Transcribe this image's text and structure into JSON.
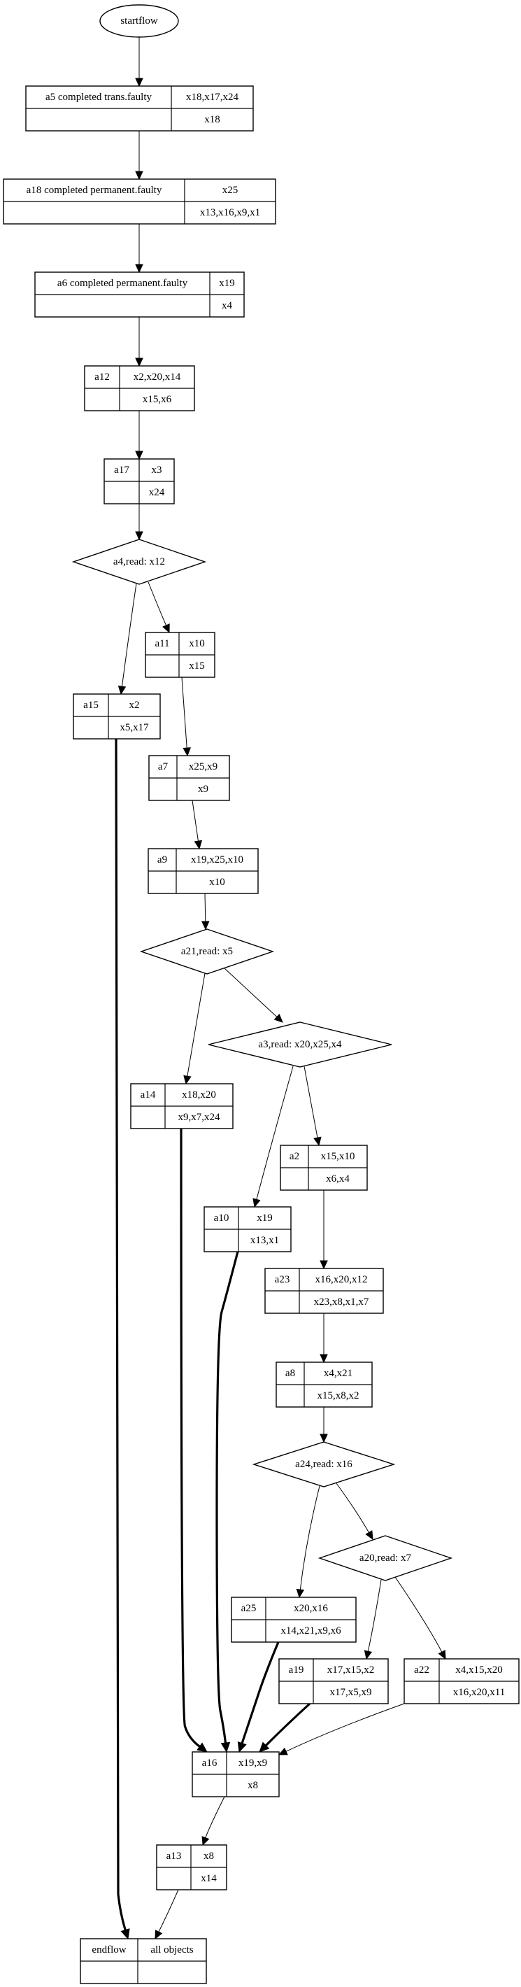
{
  "diagram": {
    "type": "flowchart",
    "start": {
      "id": "startflow",
      "label": "startflow",
      "shape": "ellipse"
    },
    "nodes": [
      {
        "id": "a5",
        "shape": "record",
        "name": "a5  completed trans.faulty",
        "top_right": "x18,x17,x24",
        "bottom_right": "x18"
      },
      {
        "id": "a18",
        "shape": "record",
        "name": "a18  completed permanent.faulty",
        "top_right": "x25",
        "bottom_right": "x13,x16,x9,x1"
      },
      {
        "id": "a6",
        "shape": "record",
        "name": "a6  completed permanent.faulty",
        "top_right": "x19",
        "bottom_right": "x4"
      },
      {
        "id": "a12",
        "shape": "record",
        "name": "a12",
        "top_right": "x2,x20,x14",
        "bottom_right": "x15,x6"
      },
      {
        "id": "a17",
        "shape": "record",
        "name": "a17",
        "top_right": "x3",
        "bottom_right": "x24"
      },
      {
        "id": "a4",
        "shape": "diamond",
        "label": "a4,read: x12"
      },
      {
        "id": "a11",
        "shape": "record",
        "name": "a11",
        "top_right": "x10",
        "bottom_right": "x15"
      },
      {
        "id": "a15",
        "shape": "record",
        "name": "a15",
        "top_right": "x2",
        "bottom_right": "x5,x17"
      },
      {
        "id": "a7",
        "shape": "record",
        "name": "a7",
        "top_right": "x25,x9",
        "bottom_right": "x9"
      },
      {
        "id": "a9",
        "shape": "record",
        "name": "a9",
        "top_right": "x19,x25,x10",
        "bottom_right": "x10"
      },
      {
        "id": "a21",
        "shape": "diamond",
        "label": "a21,read: x5"
      },
      {
        "id": "a3",
        "shape": "diamond",
        "label": "a3,read: x20,x25,x4"
      },
      {
        "id": "a14",
        "shape": "record",
        "name": "a14",
        "top_right": "x18,x20",
        "bottom_right": "x9,x7,x24"
      },
      {
        "id": "a2",
        "shape": "record",
        "name": "a2",
        "top_right": "x15,x10",
        "bottom_right": "x6,x4"
      },
      {
        "id": "a10",
        "shape": "record",
        "name": "a10",
        "top_right": "x19",
        "bottom_right": "x13,x1"
      },
      {
        "id": "a23",
        "shape": "record",
        "name": "a23",
        "top_right": "x16,x20,x12",
        "bottom_right": "x23,x8,x1,x7"
      },
      {
        "id": "a8",
        "shape": "record",
        "name": "a8",
        "top_right": "x4,x21",
        "bottom_right": "x15,x8,x2"
      },
      {
        "id": "a24",
        "shape": "diamond",
        "label": "a24,read: x16"
      },
      {
        "id": "a20",
        "shape": "diamond",
        "label": "a20,read: x7"
      },
      {
        "id": "a25",
        "shape": "record",
        "name": "a25",
        "top_right": "x20,x16",
        "bottom_right": "x14,x21,x9,x6"
      },
      {
        "id": "a19",
        "shape": "record",
        "name": "a19",
        "top_right": "x17,x15,x2",
        "bottom_right": "x17,x5,x9"
      },
      {
        "id": "a22",
        "shape": "record",
        "name": "a22",
        "top_right": "x4,x15,x20",
        "bottom_right": "x16,x20,x11"
      },
      {
        "id": "a16",
        "shape": "record",
        "name": "a16",
        "top_right": "x19,x9",
        "bottom_right": "x8"
      },
      {
        "id": "a13",
        "shape": "record",
        "name": "a13",
        "top_right": "x8",
        "bottom_right": "x14"
      }
    ],
    "end": {
      "id": "endflow",
      "shape": "record",
      "name": "endflow",
      "top_right": "all objects",
      "bottom_right": ""
    },
    "edges": [
      {
        "from": "startflow",
        "to": "a5",
        "style": "normal"
      },
      {
        "from": "a5",
        "to": "a18",
        "style": "normal"
      },
      {
        "from": "a18",
        "to": "a6",
        "style": "normal"
      },
      {
        "from": "a6",
        "to": "a12",
        "style": "normal"
      },
      {
        "from": "a12",
        "to": "a17",
        "style": "normal"
      },
      {
        "from": "a17",
        "to": "a4",
        "style": "normal"
      },
      {
        "from": "a4",
        "to": "a15",
        "style": "normal"
      },
      {
        "from": "a4",
        "to": "a11",
        "style": "normal"
      },
      {
        "from": "a11",
        "to": "a7",
        "style": "normal"
      },
      {
        "from": "a7",
        "to": "a9",
        "style": "normal"
      },
      {
        "from": "a9",
        "to": "a21",
        "style": "normal"
      },
      {
        "from": "a21",
        "to": "a14",
        "style": "normal"
      },
      {
        "from": "a21",
        "to": "a3",
        "style": "normal"
      },
      {
        "from": "a3",
        "to": "a10",
        "style": "normal"
      },
      {
        "from": "a3",
        "to": "a2",
        "style": "normal"
      },
      {
        "from": "a2",
        "to": "a23",
        "style": "normal"
      },
      {
        "from": "a23",
        "to": "a8",
        "style": "normal"
      },
      {
        "from": "a8",
        "to": "a24",
        "style": "normal"
      },
      {
        "from": "a24",
        "to": "a25",
        "style": "normal"
      },
      {
        "from": "a24",
        "to": "a20",
        "style": "normal"
      },
      {
        "from": "a20",
        "to": "a19",
        "style": "normal"
      },
      {
        "from": "a20",
        "to": "a22",
        "style": "normal"
      },
      {
        "from": "a14",
        "to": "a16",
        "style": "bold"
      },
      {
        "from": "a10",
        "to": "a16",
        "style": "bold"
      },
      {
        "from": "a25",
        "to": "a16",
        "style": "bold"
      },
      {
        "from": "a19",
        "to": "a16",
        "style": "bold"
      },
      {
        "from": "a22",
        "to": "a16",
        "style": "normal"
      },
      {
        "from": "a16",
        "to": "a13",
        "style": "normal"
      },
      {
        "from": "a15",
        "to": "endflow",
        "style": "bold"
      },
      {
        "from": "a13",
        "to": "endflow",
        "style": "normal"
      }
    ]
  }
}
